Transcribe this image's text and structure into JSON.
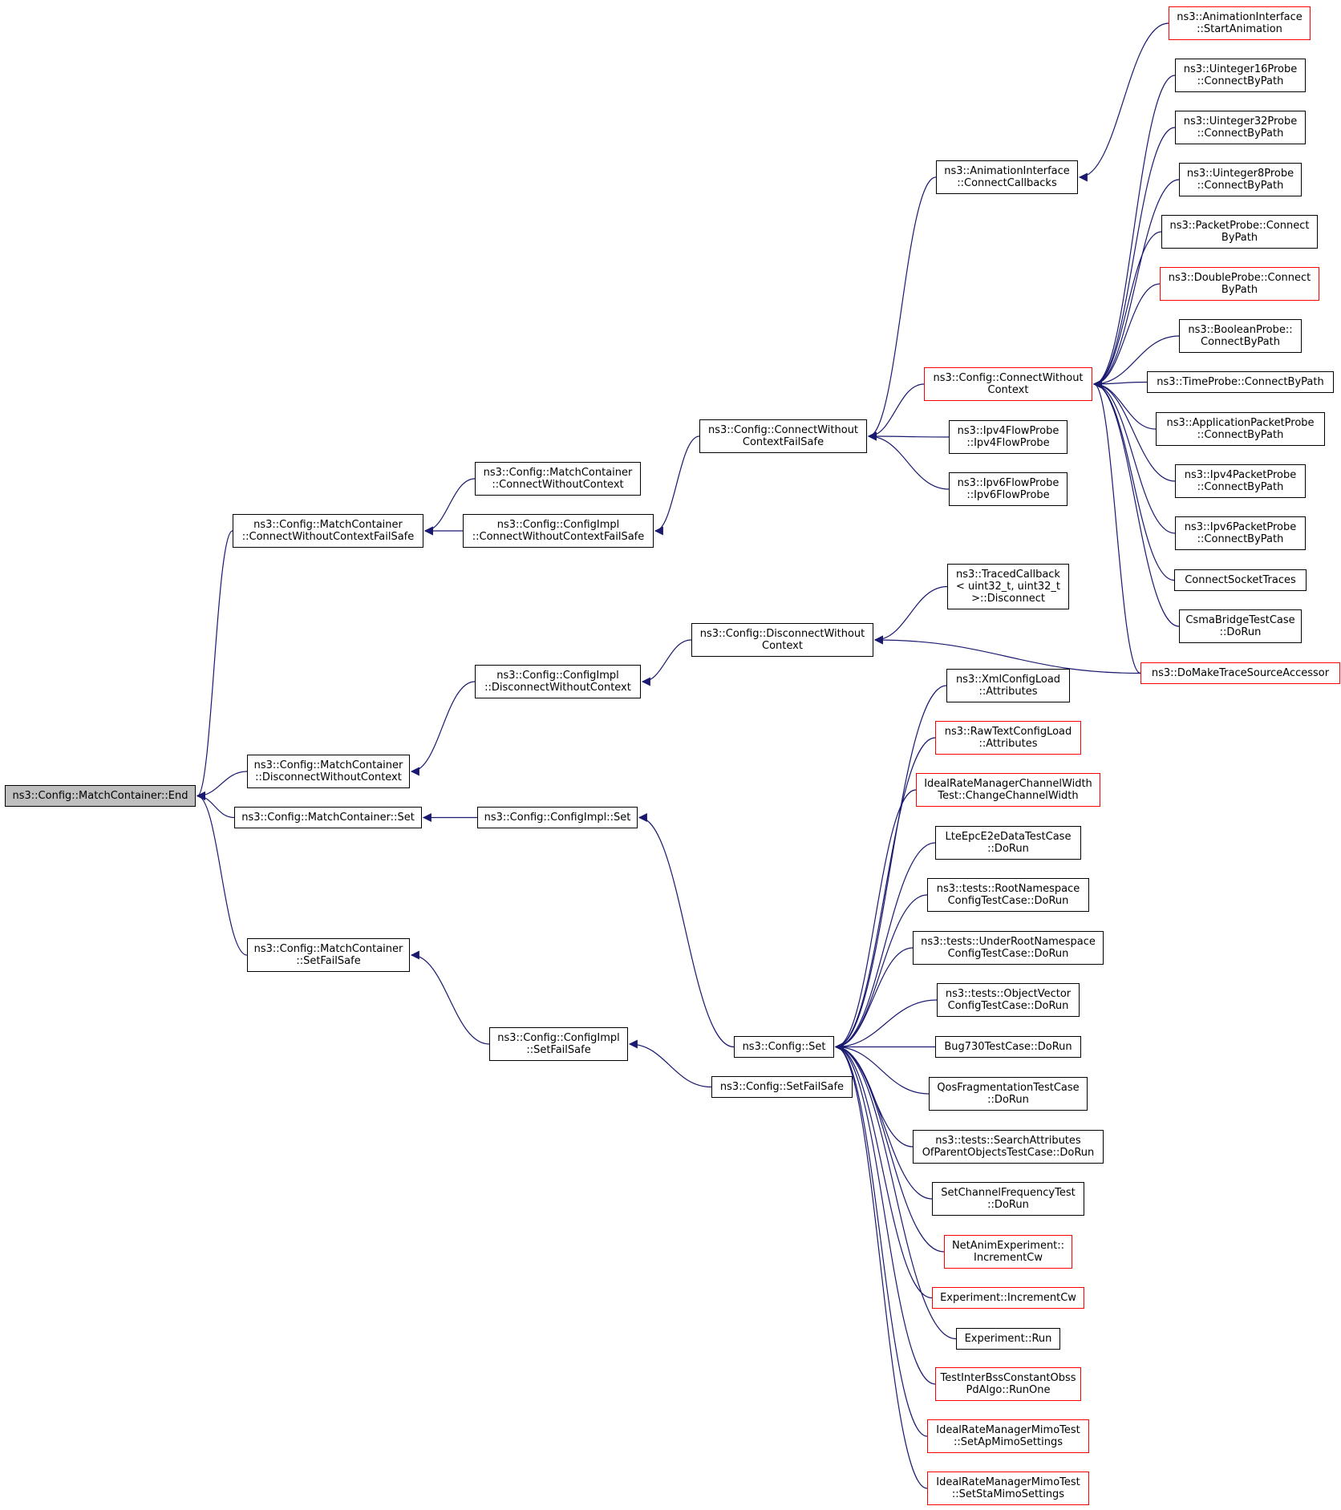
{
  "colors": {
    "edge": "#191970",
    "box_border": "#000000",
    "box_border_incomplete": "#ff0000",
    "root_fill": "#bfbfbf"
  },
  "nodes": [
    {
      "id": "root",
      "lines": [
        "ns3::Config::MatchContainer::End"
      ],
      "style": "root"
    },
    {
      "id": "mc_cwcfs",
      "lines": [
        "ns3::Config::MatchContainer",
        "::ConnectWithoutContextFailSafe"
      ],
      "style": "normal"
    },
    {
      "id": "mc_dwc",
      "lines": [
        "ns3::Config::MatchContainer",
        "::DisconnectWithoutContext"
      ],
      "style": "normal"
    },
    {
      "id": "mc_set",
      "lines": [
        "ns3::Config::MatchContainer::Set"
      ],
      "style": "normal"
    },
    {
      "id": "mc_sfs",
      "lines": [
        "ns3::Config::MatchContainer",
        "::SetFailSafe"
      ],
      "style": "normal"
    },
    {
      "id": "mc_cwc",
      "lines": [
        "ns3::Config::MatchContainer",
        "::ConnectWithoutContext"
      ],
      "style": "normal"
    },
    {
      "id": "ci_cwcfs",
      "lines": [
        "ns3::Config::ConfigImpl",
        "::ConnectWithoutContextFailSafe"
      ],
      "style": "normal"
    },
    {
      "id": "ci_dwc",
      "lines": [
        "ns3::Config::ConfigImpl",
        "::DisconnectWithoutContext"
      ],
      "style": "normal"
    },
    {
      "id": "ci_set",
      "lines": [
        "ns3::Config::ConfigImpl::Set"
      ],
      "style": "normal"
    },
    {
      "id": "ci_sfs",
      "lines": [
        "ns3::Config::ConfigImpl",
        "::SetFailSafe"
      ],
      "style": "normal"
    },
    {
      "id": "c_cwcfs",
      "lines": [
        "ns3::Config::ConnectWithout",
        "ContextFailSafe"
      ],
      "style": "normal"
    },
    {
      "id": "c_dwc",
      "lines": [
        "ns3::Config::DisconnectWithout",
        "Context"
      ],
      "style": "normal"
    },
    {
      "id": "c_set",
      "lines": [
        "ns3::Config::Set"
      ],
      "style": "normal"
    },
    {
      "id": "c_sfs",
      "lines": [
        "ns3::Config::SetFailSafe"
      ],
      "style": "normal"
    },
    {
      "id": "ai_cc",
      "lines": [
        "ns3::AnimationInterface",
        "::ConnectCallbacks"
      ],
      "style": "normal"
    },
    {
      "id": "c_cwc",
      "lines": [
        "ns3::Config::ConnectWithout",
        "Context"
      ],
      "style": "red"
    },
    {
      "id": "ipv4fp",
      "lines": [
        "ns3::Ipv4FlowProbe",
        "::Ipv4FlowProbe"
      ],
      "style": "normal"
    },
    {
      "id": "ipv6fp",
      "lines": [
        "ns3::Ipv6FlowProbe",
        "::Ipv6FlowProbe"
      ],
      "style": "normal"
    },
    {
      "id": "tcb",
      "lines": [
        "ns3::TracedCallback",
        "< uint32_t, uint32_t",
        ">::Disconnect"
      ],
      "style": "normal"
    },
    {
      "id": "xml",
      "lines": [
        "ns3::XmlConfigLoad",
        "::Attributes"
      ],
      "style": "normal"
    },
    {
      "id": "raw",
      "lines": [
        "ns3::RawTextConfigLoad",
        "::Attributes"
      ],
      "style": "red"
    },
    {
      "id": "irmcw",
      "lines": [
        "IdealRateManagerChannelWidth",
        "Test::ChangeChannelWidth"
      ],
      "style": "red"
    },
    {
      "id": "lte",
      "lines": [
        "LteEpcE2eDataTestCase",
        "::DoRun"
      ],
      "style": "normal"
    },
    {
      "id": "rootns",
      "lines": [
        "ns3::tests::RootNamespace",
        "ConfigTestCase::DoRun"
      ],
      "style": "normal"
    },
    {
      "id": "underns",
      "lines": [
        "ns3::tests::UnderRootNamespace",
        "ConfigTestCase::DoRun"
      ],
      "style": "normal"
    },
    {
      "id": "objvec",
      "lines": [
        "ns3::tests::ObjectVector",
        "ConfigTestCase::DoRun"
      ],
      "style": "normal"
    },
    {
      "id": "bug730",
      "lines": [
        "Bug730TestCase::DoRun"
      ],
      "style": "normal"
    },
    {
      "id": "qos",
      "lines": [
        "QosFragmentationTestCase",
        "::DoRun"
      ],
      "style": "normal"
    },
    {
      "id": "search",
      "lines": [
        "ns3::tests::SearchAttributes",
        "OfParentObjectsTestCase::DoRun"
      ],
      "style": "normal"
    },
    {
      "id": "scft",
      "lines": [
        "SetChannelFrequencyTest",
        "::DoRun"
      ],
      "style": "normal"
    },
    {
      "id": "netanim",
      "lines": [
        "NetAnimExperiment::",
        "IncrementCw"
      ],
      "style": "red"
    },
    {
      "id": "expinc",
      "lines": [
        "Experiment::IncrementCw"
      ],
      "style": "red"
    },
    {
      "id": "exprun",
      "lines": [
        "Experiment::Run"
      ],
      "style": "normal"
    },
    {
      "id": "tibss",
      "lines": [
        "TestInterBssConstantObss",
        "PdAlgo::RunOne"
      ],
      "style": "red"
    },
    {
      "id": "irmap",
      "lines": [
        "IdealRateManagerMimoTest",
        "::SetApMimoSettings"
      ],
      "style": "red"
    },
    {
      "id": "irmsta",
      "lines": [
        "IdealRateManagerMimoTest",
        "::SetStaMimoSettings"
      ],
      "style": "red"
    },
    {
      "id": "ai_sa",
      "lines": [
        "ns3::AnimationInterface",
        "::StartAnimation"
      ],
      "style": "red"
    },
    {
      "id": "u16",
      "lines": [
        "ns3::Uinteger16Probe",
        "::ConnectByPath"
      ],
      "style": "normal"
    },
    {
      "id": "u32",
      "lines": [
        "ns3::Uinteger32Probe",
        "::ConnectByPath"
      ],
      "style": "normal"
    },
    {
      "id": "u8",
      "lines": [
        "ns3::Uinteger8Probe",
        "::ConnectByPath"
      ],
      "style": "normal"
    },
    {
      "id": "pkt",
      "lines": [
        "ns3::PacketProbe::Connect",
        "ByPath"
      ],
      "style": "normal"
    },
    {
      "id": "dbl",
      "lines": [
        "ns3::DoubleProbe::Connect",
        "ByPath"
      ],
      "style": "red"
    },
    {
      "id": "bool",
      "lines": [
        "ns3::BooleanProbe::",
        "ConnectByPath"
      ],
      "style": "normal"
    },
    {
      "id": "time",
      "lines": [
        "ns3::TimeProbe::ConnectByPath"
      ],
      "style": "normal"
    },
    {
      "id": "app",
      "lines": [
        "ns3::ApplicationPacketProbe",
        "::ConnectByPath"
      ],
      "style": "normal"
    },
    {
      "id": "ipv4pp",
      "lines": [
        "ns3::Ipv4PacketProbe",
        "::ConnectByPath"
      ],
      "style": "normal"
    },
    {
      "id": "ipv6pp",
      "lines": [
        "ns3::Ipv6PacketProbe",
        "::ConnectByPath"
      ],
      "style": "normal"
    },
    {
      "id": "cst",
      "lines": [
        "ConnectSocketTraces"
      ],
      "style": "normal"
    },
    {
      "id": "csma",
      "lines": [
        "CsmaBridgeTestCase",
        "::DoRun"
      ],
      "style": "normal"
    },
    {
      "id": "domake",
      "lines": [
        "ns3::DoMakeTraceSourceAccessor"
      ],
      "style": "red"
    }
  ],
  "edges": [
    [
      "root",
      "mc_cwcfs"
    ],
    [
      "root",
      "mc_dwc"
    ],
    [
      "root",
      "mc_set"
    ],
    [
      "root",
      "mc_sfs"
    ],
    [
      "mc_cwcfs",
      "mc_cwc"
    ],
    [
      "mc_cwcfs",
      "ci_cwcfs"
    ],
    [
      "ci_cwcfs",
      "c_cwcfs"
    ],
    [
      "c_cwcfs",
      "ai_cc"
    ],
    [
      "c_cwcfs",
      "c_cwc"
    ],
    [
      "c_cwcfs",
      "ipv4fp"
    ],
    [
      "c_cwcfs",
      "ipv6fp"
    ],
    [
      "ai_cc",
      "ai_sa"
    ],
    [
      "c_cwc",
      "u16"
    ],
    [
      "c_cwc",
      "u32"
    ],
    [
      "c_cwc",
      "u8"
    ],
    [
      "c_cwc",
      "pkt"
    ],
    [
      "c_cwc",
      "dbl"
    ],
    [
      "c_cwc",
      "bool"
    ],
    [
      "c_cwc",
      "time"
    ],
    [
      "c_cwc",
      "app"
    ],
    [
      "c_cwc",
      "ipv4pp"
    ],
    [
      "c_cwc",
      "ipv6pp"
    ],
    [
      "c_cwc",
      "cst"
    ],
    [
      "c_cwc",
      "csma"
    ],
    [
      "c_cwc",
      "domake"
    ],
    [
      "mc_dwc",
      "ci_dwc"
    ],
    [
      "ci_dwc",
      "c_dwc"
    ],
    [
      "c_dwc",
      "tcb"
    ],
    [
      "c_dwc",
      "domake"
    ],
    [
      "mc_set",
      "ci_set"
    ],
    [
      "ci_set",
      "c_set"
    ],
    [
      "mc_sfs",
      "ci_sfs"
    ],
    [
      "ci_sfs",
      "c_sfs"
    ],
    [
      "c_set",
      "xml"
    ],
    [
      "c_set",
      "raw"
    ],
    [
      "c_set",
      "irmcw"
    ],
    [
      "c_set",
      "lte"
    ],
    [
      "c_set",
      "rootns"
    ],
    [
      "c_set",
      "underns"
    ],
    [
      "c_set",
      "objvec"
    ],
    [
      "c_set",
      "bug730"
    ],
    [
      "c_set",
      "qos"
    ],
    [
      "c_set",
      "search"
    ],
    [
      "c_set",
      "scft"
    ],
    [
      "c_set",
      "netanim"
    ],
    [
      "c_set",
      "expinc"
    ],
    [
      "c_set",
      "exprun"
    ],
    [
      "c_set",
      "tibss"
    ],
    [
      "c_set",
      "irmap"
    ],
    [
      "c_set",
      "irmsta"
    ]
  ]
}
